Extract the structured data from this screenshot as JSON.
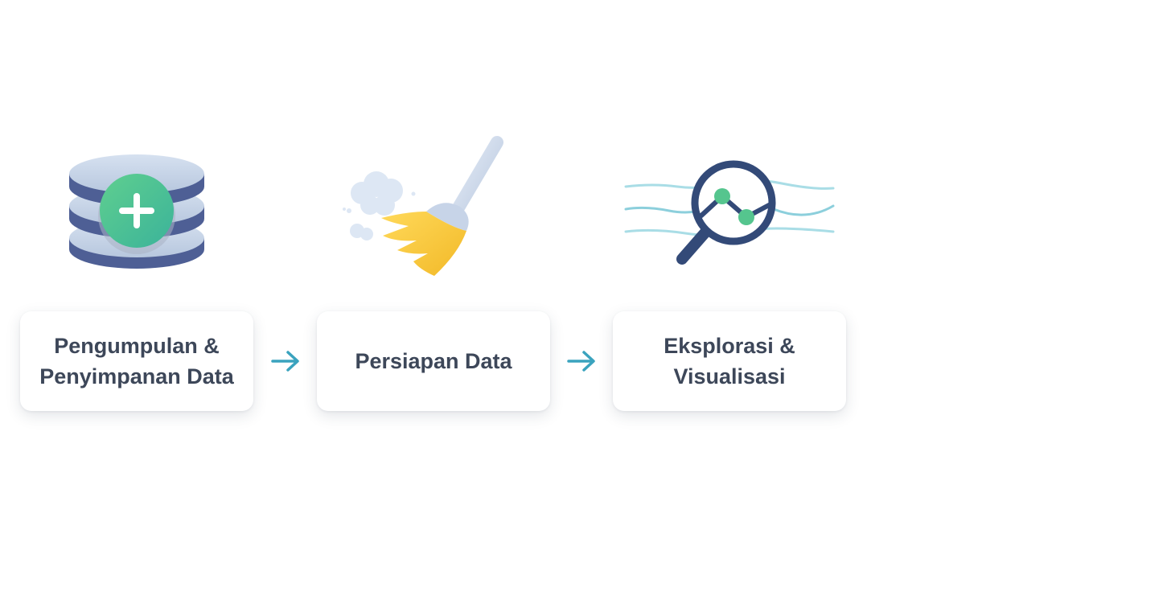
{
  "colors": {
    "card_text": "#3d4759",
    "arrow": "#3aa3be",
    "database_blue": "#4e5f95",
    "plus_green": "#4cbf8c",
    "broom_yellow": "#f6c63d",
    "magnifier_navy": "#334a78"
  },
  "steps": [
    {
      "icon": "database-plus-icon",
      "label": "Pengumpulan &\nPenyimpanan Data"
    },
    {
      "icon": "broom-icon",
      "label": "Persiapan Data"
    },
    {
      "icon": "magnifier-chart-icon",
      "label": "Eksplorasi &\nVisualisasi"
    }
  ],
  "connectors": [
    "arrow-right-icon",
    "arrow-right-icon"
  ]
}
